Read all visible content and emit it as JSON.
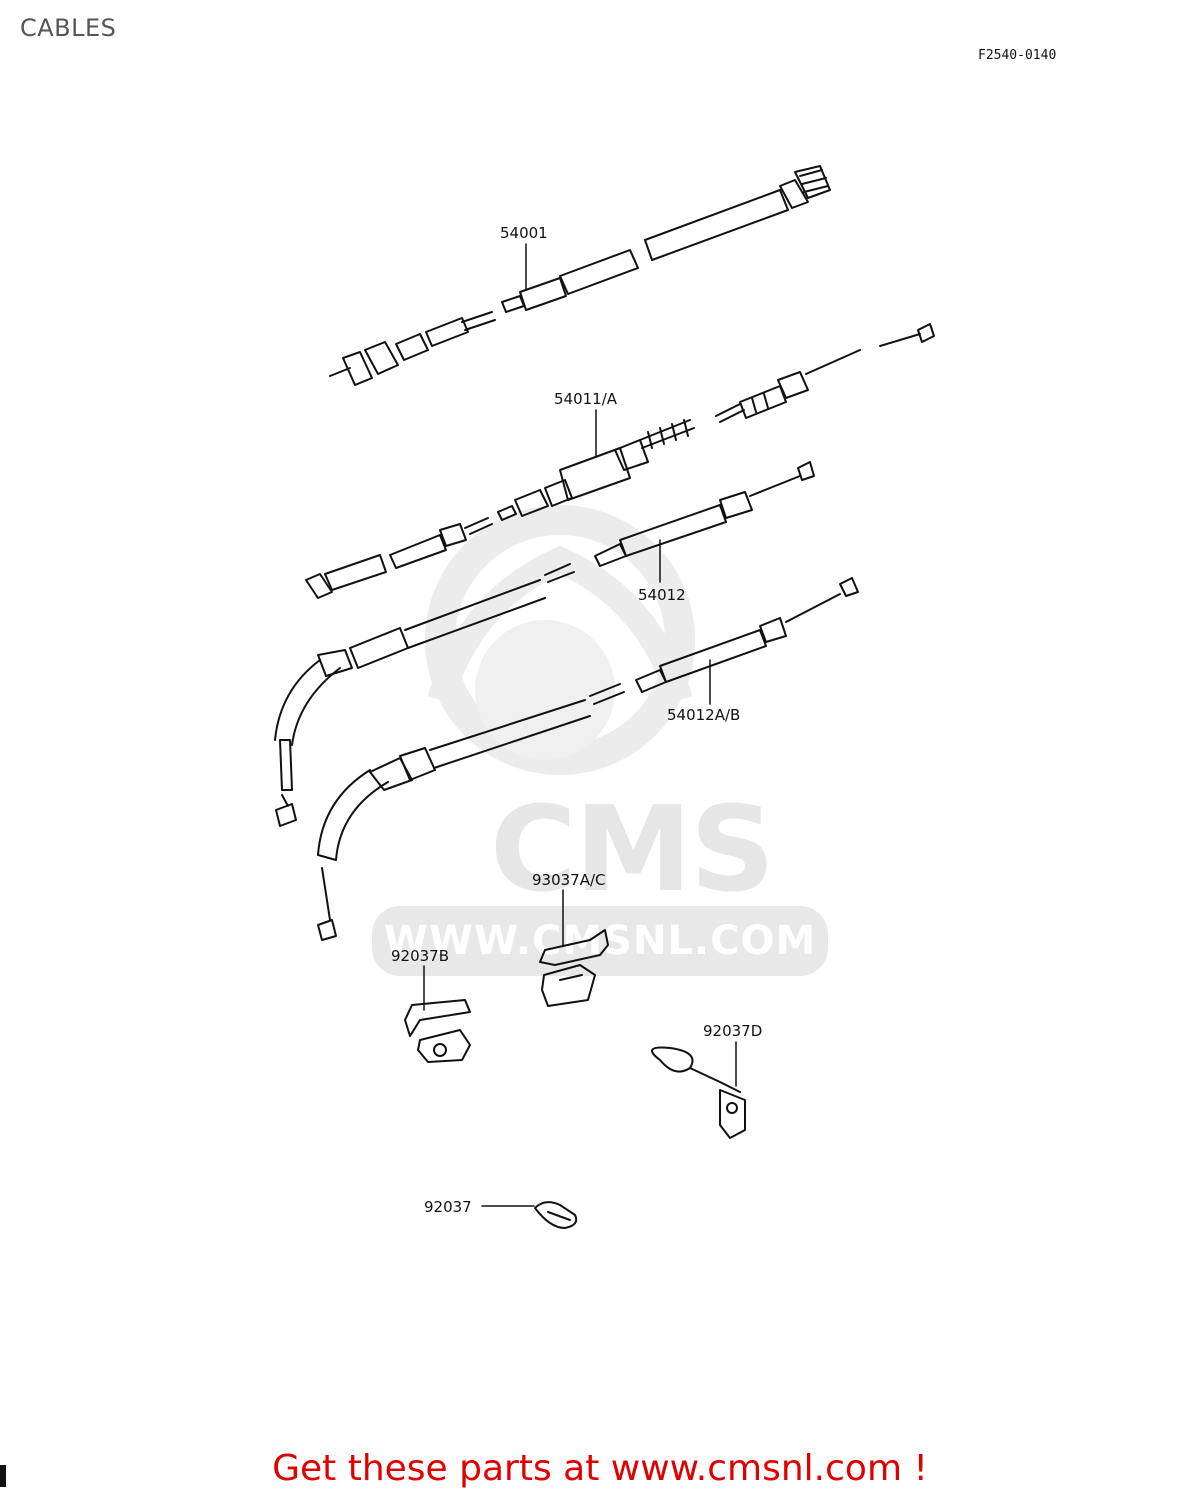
{
  "page": {
    "title": "CABLES",
    "diagram_code": "F2540-0140"
  },
  "callouts": {
    "c54001": "54001",
    "c54011": "54011/A",
    "c54012": "54012",
    "c54012ab": "54012A/B",
    "c93037": "93037A/C",
    "c92037b": "92037B",
    "c92037d": "92037D",
    "c92037": "92037"
  },
  "watermark": {
    "brand": "CMS",
    "url": "WWW.CMSNL.COM"
  },
  "footer": {
    "cta": "Get these parts at www.cmsnl.com !"
  },
  "colors": {
    "ink": "#111111",
    "cta": "#e00000",
    "watermark": "#e6e6e6"
  }
}
